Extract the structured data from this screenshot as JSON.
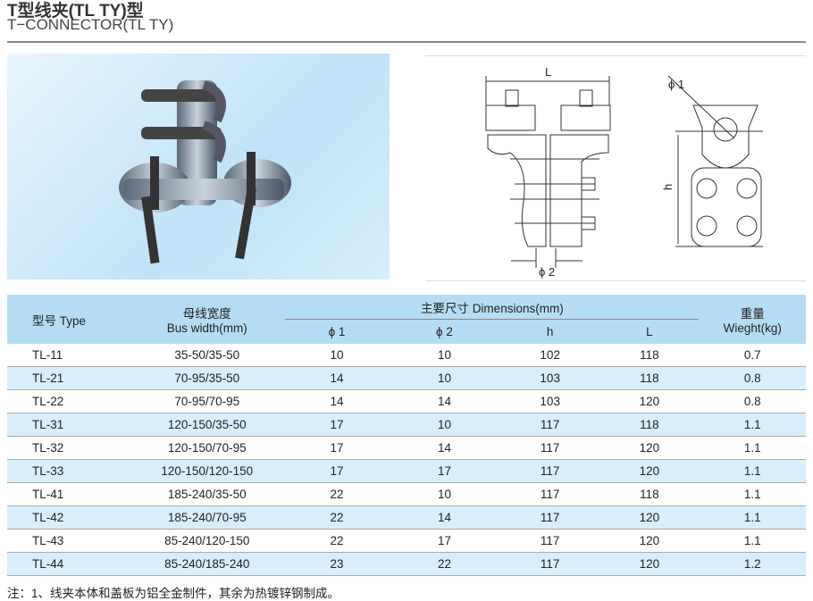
{
  "header": {
    "title": "T型线夹(TL TY)型",
    "subtitle": "T−CONNECTOR(TL TY)"
  },
  "diagram": {
    "label_L": "L",
    "label_phi1": "ϕ 1",
    "label_phi2": "ϕ 2",
    "label_h": "h"
  },
  "table": {
    "headers": {
      "type": "型号 Type",
      "bus_cn": "母线宽度",
      "bus_en": "Bus width(mm)",
      "dims": "主要尺寸 Dimensions(mm)",
      "phi1": "ϕ 1",
      "phi2": "ϕ 2",
      "h": "h",
      "L": "L",
      "weight_cn": "重量",
      "weight_en": "Wieght(kg)"
    },
    "rows": [
      [
        "TL-11",
        "35-50/35-50",
        "10",
        "10",
        "102",
        "118",
        "0.7"
      ],
      [
        "TL-21",
        "70-95/35-50",
        "14",
        "10",
        "103",
        "118",
        "0.8"
      ],
      [
        "TL-22",
        "70-95/70-95",
        "14",
        "14",
        "103",
        "120",
        "0.8"
      ],
      [
        "TL-31",
        "120-150/35-50",
        "17",
        "10",
        "117",
        "118",
        "1.1"
      ],
      [
        "TL-32",
        "120-150/70-95",
        "17",
        "14",
        "117",
        "120",
        "1.1"
      ],
      [
        "TL-33",
        "120-150/120-150",
        "17",
        "17",
        "117",
        "120",
        "1.1"
      ],
      [
        "TL-41",
        "185-240/35-50",
        "22",
        "10",
        "117",
        "118",
        "1.1"
      ],
      [
        "TL-42",
        "185-240/70-95",
        "22",
        "14",
        "117",
        "120",
        "1.1"
      ],
      [
        "TL-43",
        "85-240/120-150",
        "22",
        "17",
        "117",
        "120",
        "1.1"
      ],
      [
        "TL-44",
        "85-240/185-240",
        "23",
        "22",
        "117",
        "120",
        "1.2"
      ]
    ]
  },
  "note": "注：1、线夹本体和盖板为铝全金制件，其余为热镀锌钢制成。"
}
